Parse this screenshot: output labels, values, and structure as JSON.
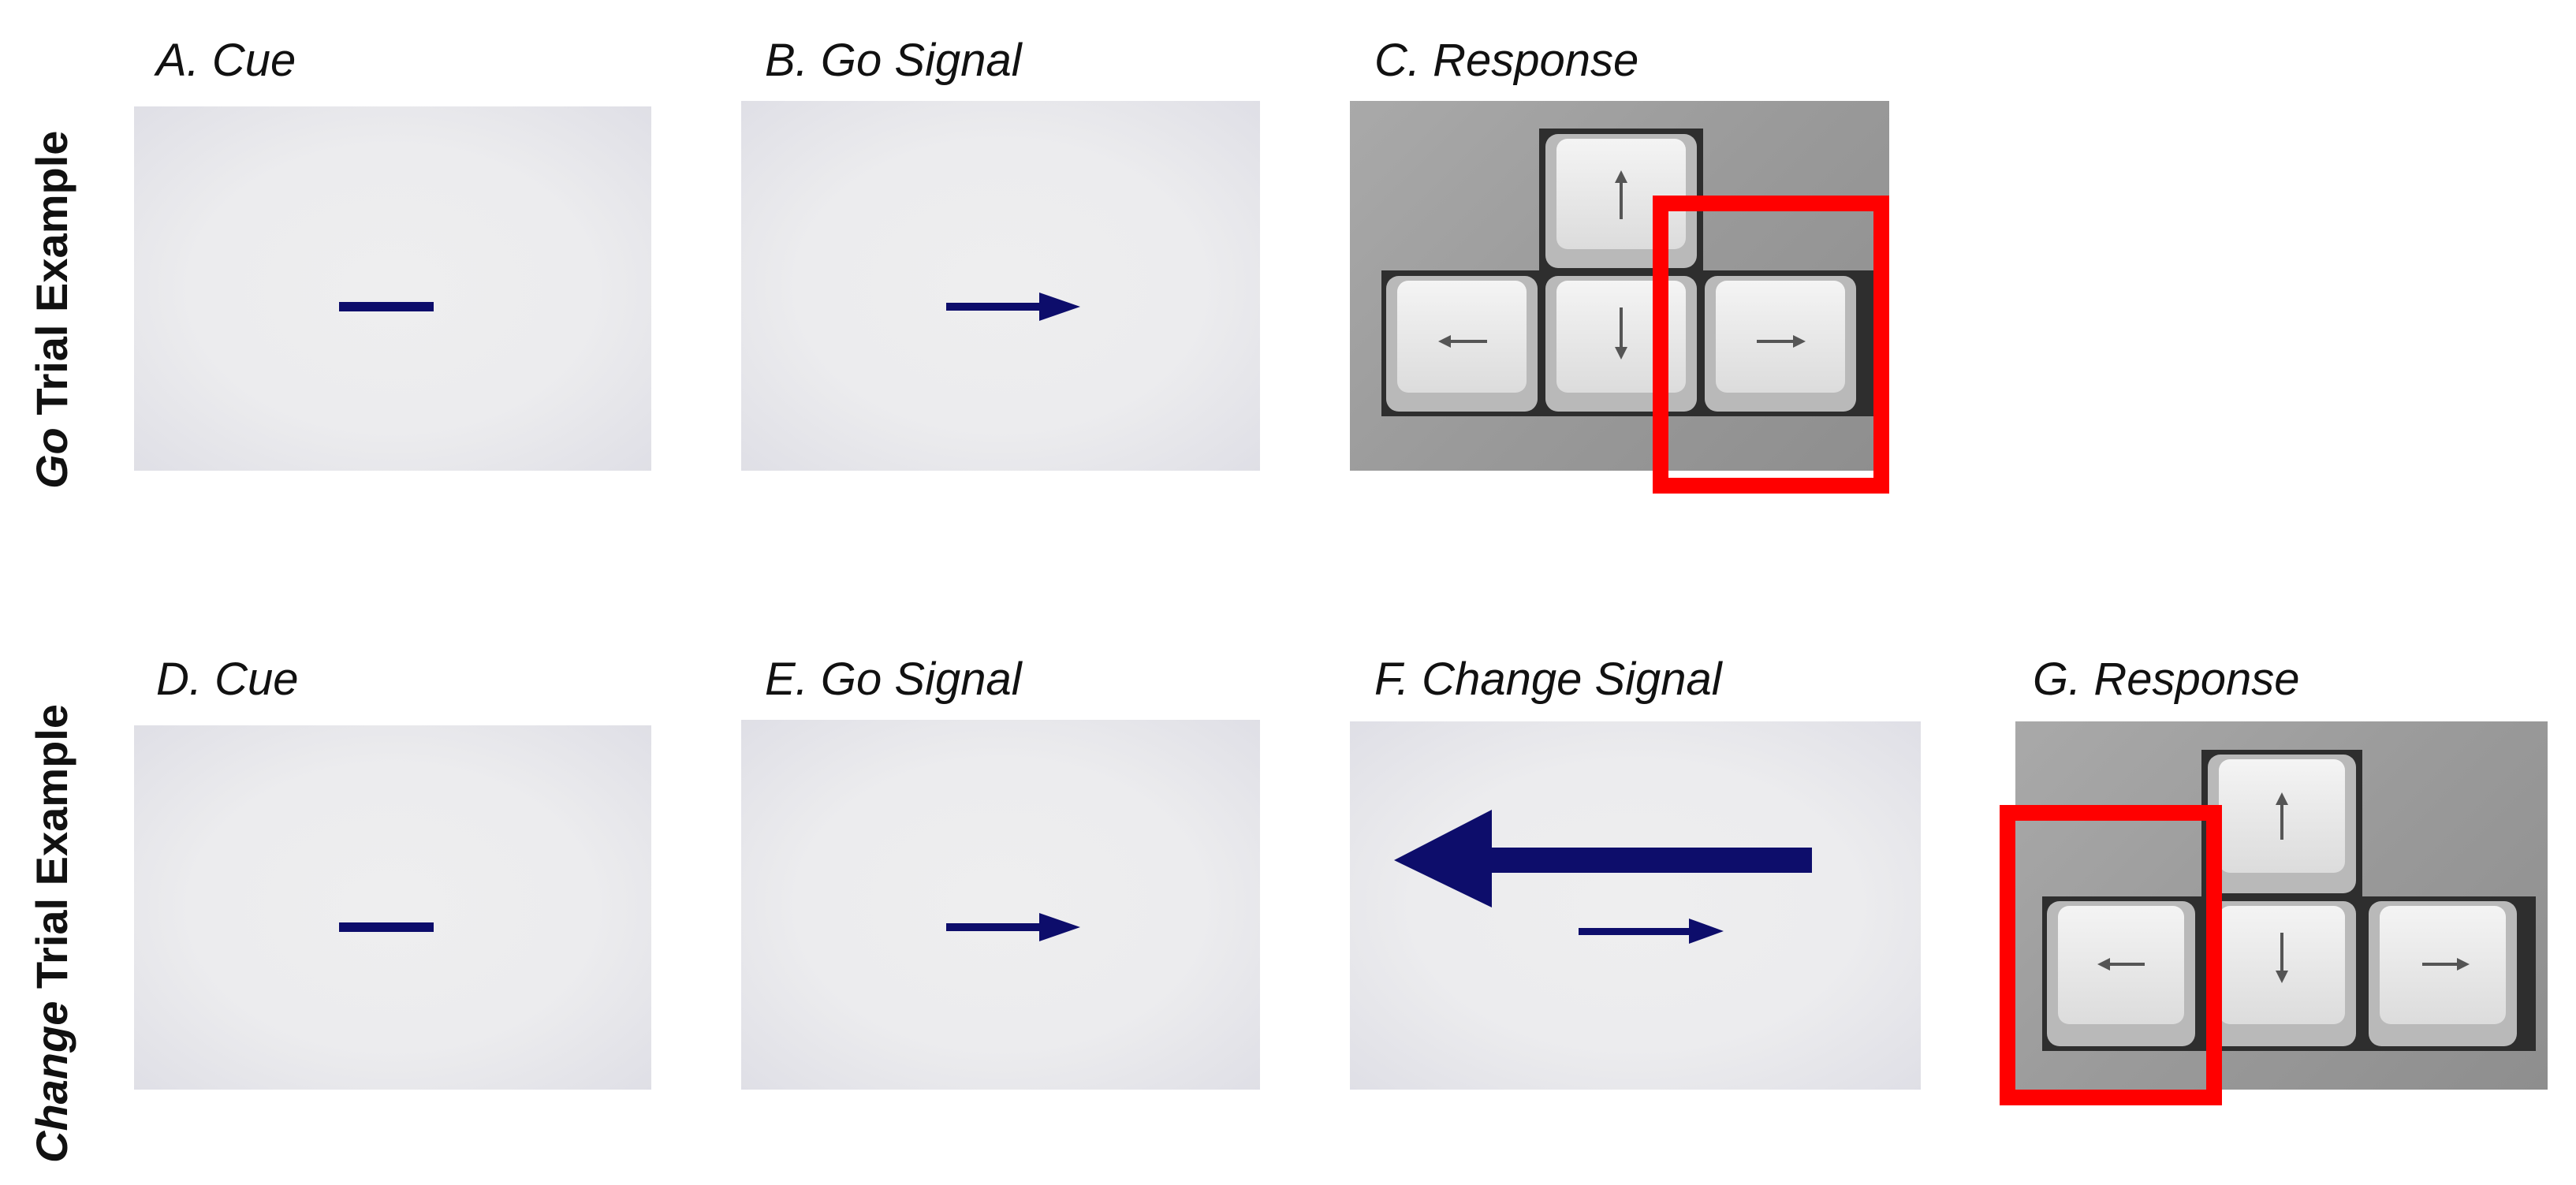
{
  "rows": {
    "go": {
      "label_italic": "Go",
      "label_rest": " Trial Example"
    },
    "change": {
      "label_italic": "Change",
      "label_rest": " Trial Example"
    }
  },
  "panels": {
    "a": {
      "title": "A. Cue",
      "stimulus": "horizontal-bar"
    },
    "b": {
      "title": "B. Go Signal",
      "stimulus": "right-arrow"
    },
    "c": {
      "title": "C. Response",
      "stimulus": "arrow-keys",
      "highlighted_key": "right"
    },
    "d": {
      "title": "D. Cue",
      "stimulus": "horizontal-bar"
    },
    "e": {
      "title": "E. Go Signal",
      "stimulus": "right-arrow"
    },
    "f": {
      "title": "F. Change Signal",
      "stimulus": "large-left-arrow-and-small-right-arrow"
    },
    "g": {
      "title": "G. Response",
      "stimulus": "arrow-keys",
      "highlighted_key": "left"
    }
  },
  "colors": {
    "stimulus": "#0d0d6b",
    "highlight": "#ff0000",
    "screen_background": "#ececee"
  }
}
